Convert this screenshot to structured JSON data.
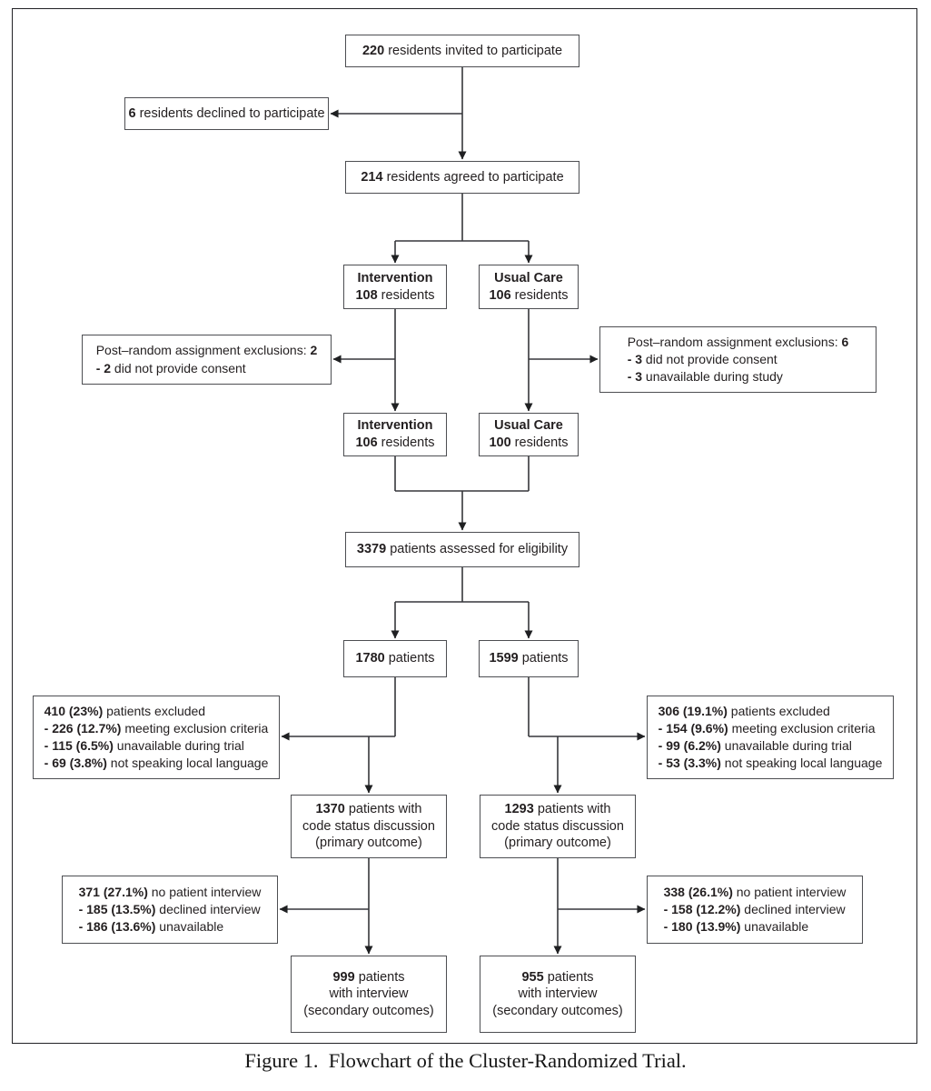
{
  "figure": {
    "caption": "Figure 1.  Flowchart of the Cluster-Randomized Trial."
  },
  "boxes": {
    "invited": {
      "lines": [
        {
          "bold": "220",
          "post": " residents invited to participate"
        }
      ]
    },
    "declined": {
      "lines": [
        {
          "bold": "6",
          "post": " residents declined to participate"
        }
      ]
    },
    "agreed": {
      "lines": [
        {
          "bold": "214",
          "post": " residents agreed to participate"
        }
      ]
    },
    "intervention_arm": {
      "lines": [
        {
          "bold": "Intervention"
        },
        {
          "bold": "108",
          "post": " residents"
        }
      ]
    },
    "usual_care_arm": {
      "lines": [
        {
          "bold": "Usual Care"
        },
        {
          "bold": "106",
          "post": " residents"
        }
      ]
    },
    "post_random_left": {
      "lines": [
        {
          "pre": "Post–random assignment exclusions: ",
          "bold": "2"
        },
        {
          "bold": "- 2",
          "post": " did not provide consent"
        }
      ]
    },
    "post_random_right": {
      "lines": [
        {
          "pre": "Post–random assignment exclusions: ",
          "bold": "6"
        },
        {
          "bold": "- 3",
          "post": " did not provide consent"
        },
        {
          "bold": "- 3",
          "post": " unavailable during study"
        }
      ]
    },
    "intervention_arm_post": {
      "lines": [
        {
          "bold": "Intervention"
        },
        {
          "bold": "106",
          "post": " residents"
        }
      ]
    },
    "usual_care_arm_post": {
      "lines": [
        {
          "bold": "Usual Care"
        },
        {
          "bold": "100",
          "post": " residents"
        }
      ]
    },
    "eligibility": {
      "lines": [
        {
          "bold": "3379",
          "post": " patients assessed for eligibility"
        }
      ]
    },
    "patients_intervention": {
      "lines": [
        {
          "bold": "1780",
          "post": " patients"
        }
      ]
    },
    "patients_usual_care": {
      "lines": [
        {
          "bold": "1599",
          "post": " patients"
        }
      ]
    },
    "excluded_intervention": {
      "lines": [
        {
          "bold": "410 (23%)",
          "post": " patients excluded"
        },
        {
          "bold": "- 226 (12.7%)",
          "post": " meeting exclusion criteria"
        },
        {
          "bold": "- 115 (6.5%)",
          "post": " unavailable during trial"
        },
        {
          "bold": "- 69 (3.8%)",
          "post": " not speaking local language"
        }
      ]
    },
    "excluded_usual_care": {
      "lines": [
        {
          "bold": "306 (19.1%)",
          "post": " patients excluded"
        },
        {
          "bold": "- 154 (9.6%)",
          "post": " meeting exclusion criteria"
        },
        {
          "bold": "- 99 (6.2%)",
          "post": " unavailable during trial"
        },
        {
          "bold": "- 53 (3.3%)",
          "post": " not speaking local language"
        }
      ]
    },
    "primary_intervention": {
      "lines": [
        {
          "bold": "1370",
          "post": " patients with"
        },
        {
          "post": "code status discussion"
        },
        {
          "post": "(primary outcome)"
        }
      ]
    },
    "primary_usual_care": {
      "lines": [
        {
          "bold": "1293",
          "post": " patients with"
        },
        {
          "post": "code status discussion"
        },
        {
          "post": "(primary outcome)"
        }
      ]
    },
    "no_interview_intervention": {
      "lines": [
        {
          "bold": "371 (27.1%)",
          "post": " no patient interview"
        },
        {
          "bold": "- 185 (13.5%)",
          "post": " declined interview"
        },
        {
          "bold": "- 186 (13.6%)",
          "post": " unavailable"
        }
      ]
    },
    "no_interview_usual_care": {
      "lines": [
        {
          "bold": "338 (26.1%)",
          "post": " no patient interview"
        },
        {
          "bold": "- 158 (12.2%)",
          "post": " declined interview"
        },
        {
          "bold": "- 180 (13.9%)",
          "post": " unavailable"
        }
      ]
    },
    "secondary_intervention": {
      "lines": [
        {
          "bold": "999",
          "post": " patients"
        },
        {
          "post": "with interview"
        },
        {
          "post": "(secondary outcomes)"
        }
      ]
    },
    "secondary_usual_care": {
      "lines": [
        {
          "bold": "955",
          "post": " patients"
        },
        {
          "post": "with interview"
        },
        {
          "post": "(secondary outcomes)"
        }
      ]
    }
  }
}
